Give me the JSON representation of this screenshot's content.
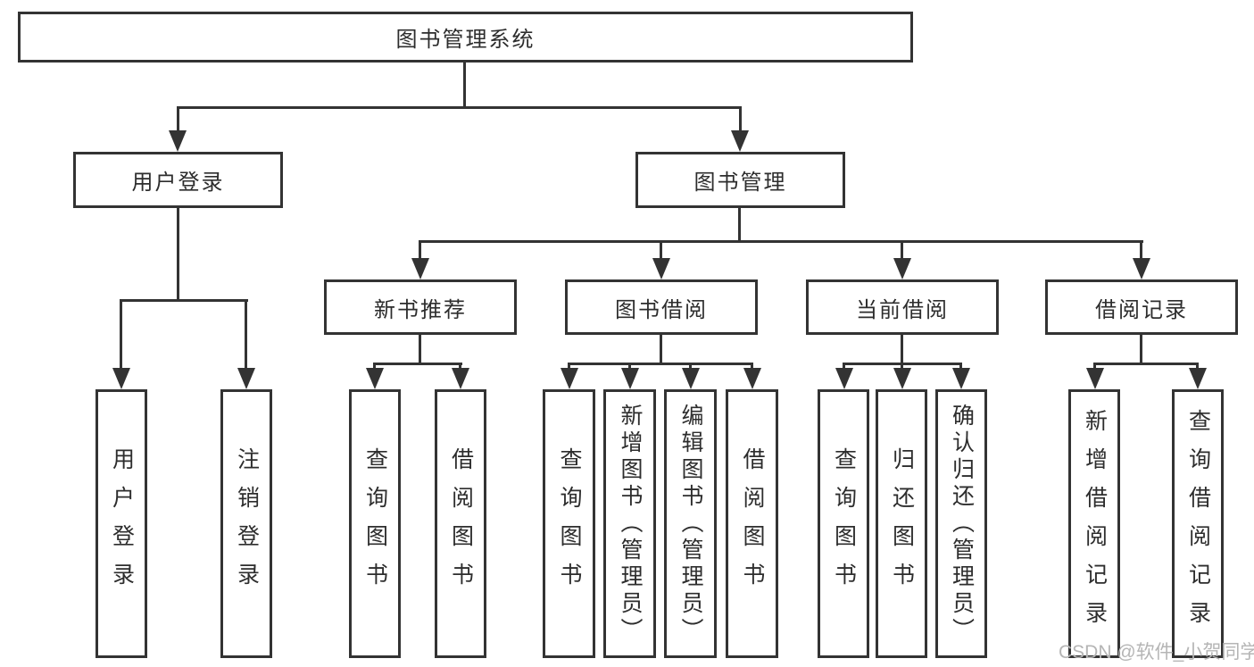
{
  "title": "图书管理系统",
  "tree": {
    "root": {
      "label": "图书管理系统"
    },
    "branches": [
      {
        "label": "用户登录",
        "leaves": [
          {
            "label": "用户登录"
          },
          {
            "label": "注销登录"
          }
        ]
      },
      {
        "label": "图书管理",
        "sections": [
          {
            "label": "新书推荐",
            "leaves": [
              {
                "label": "查询图书"
              },
              {
                "label": "借阅图书"
              }
            ]
          },
          {
            "label": "图书借阅",
            "leaves": [
              {
                "label": "查询图书"
              },
              {
                "label": "新增图书（管理员）"
              },
              {
                "label": "编辑图书（管理员）"
              },
              {
                "label": "借阅图书"
              }
            ]
          },
          {
            "label": "当前借阅",
            "leaves": [
              {
                "label": "查询图书"
              },
              {
                "label": "归还图书"
              },
              {
                "label": "确认归还（管理员）"
              }
            ]
          },
          {
            "label": "借阅记录",
            "leaves": [
              {
                "label": "新增借阅记录"
              },
              {
                "label": "查询借阅记录"
              }
            ]
          }
        ]
      }
    ]
  },
  "watermark": {
    "text": "CSDN @软件_小贺同学",
    "color": "#b5b5b5"
  },
  "colors": {
    "line": "#333333",
    "text": "#2d2d2d",
    "background": "#ffffff"
  }
}
